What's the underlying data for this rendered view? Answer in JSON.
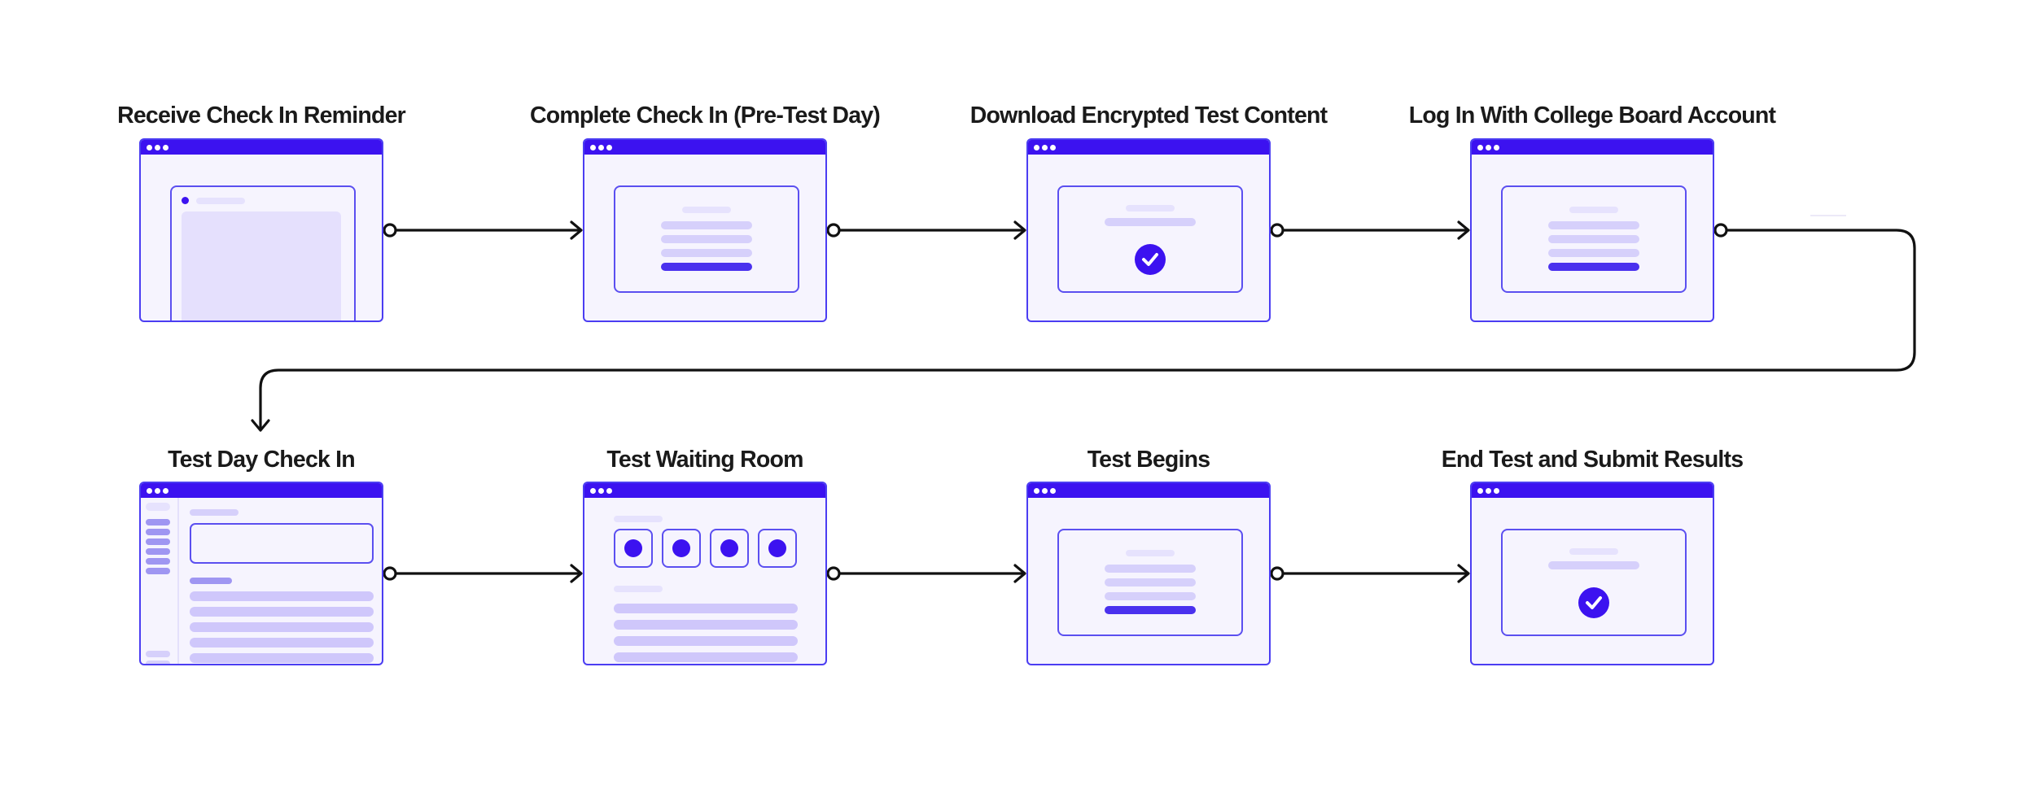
{
  "diagram": {
    "steps": [
      {
        "label": "Receive Check In Reminder"
      },
      {
        "label": "Complete Check In (Pre-Test Day)"
      },
      {
        "label": "Download Encrypted Test Content"
      },
      {
        "label": "Log In With College Board Account"
      },
      {
        "label": "Test Day Check In"
      },
      {
        "label": "Test Waiting Room"
      },
      {
        "label": "Test Begins"
      },
      {
        "label": "End Test and Submit Results"
      }
    ]
  },
  "colors": {
    "accent": "#3c12f0",
    "window_border": "#4b3df2",
    "window_bg": "#f6f4fe",
    "connector": "#111111",
    "placeholder_bar": "#d6d0fb"
  },
  "icons": [
    "window-dots-icon",
    "checkmark-icon",
    "arrowhead-icon",
    "connector-dot-icon"
  ]
}
